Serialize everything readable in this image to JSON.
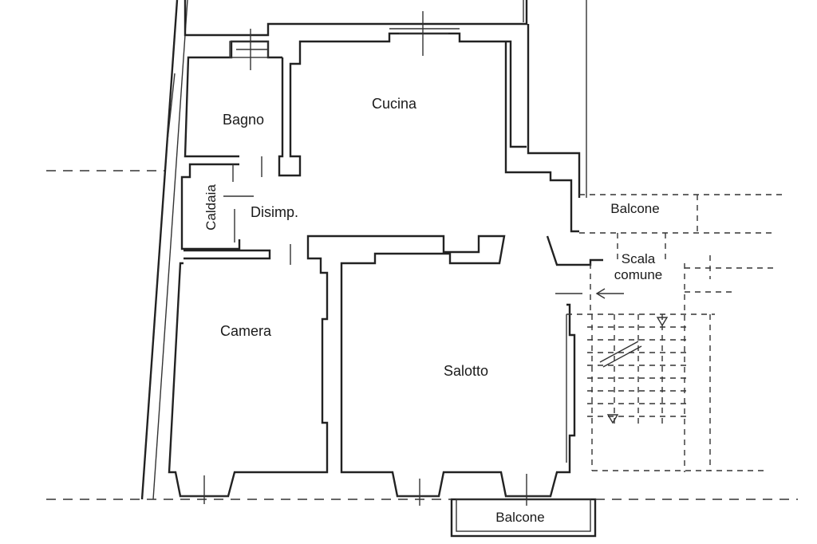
{
  "rooms": {
    "bagno": "Bagno",
    "cucina": "Cucina",
    "caldaia": "Caldaia",
    "disimpegno": "Disimp.",
    "balcone_upper": "Balcone",
    "scala_line1": "Scala",
    "scala_line2": "comune",
    "camera": "Camera",
    "salotto": "Salotto",
    "balcone_lower": "Balcone"
  }
}
